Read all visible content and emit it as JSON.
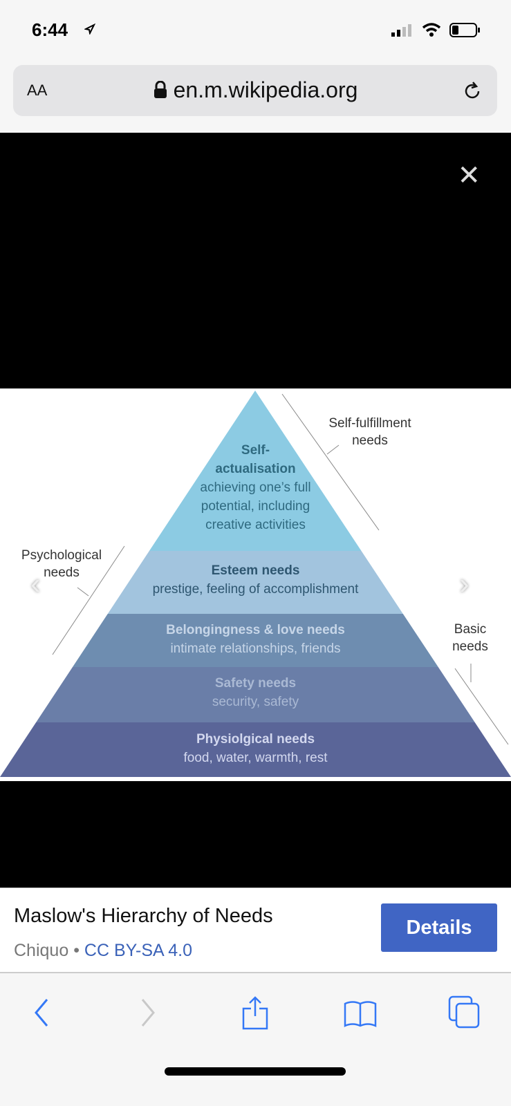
{
  "status_bar": {
    "time": "6:44"
  },
  "address_bar": {
    "text_size_label": "AA",
    "url": "en.m.wikipedia.org"
  },
  "diagram": {
    "levels": [
      {
        "title": "Self-",
        "title2": "actualisation",
        "desc": "achieving one’s full",
        "desc2": "potential, including",
        "desc3": "creative activities",
        "color": "#8ccbe3"
      },
      {
        "title": "Esteem needs",
        "desc": "prestige, feeling of accomplishment",
        "color": "#a2c4de"
      },
      {
        "title": "Belongingness & love needs",
        "desc": "intimate relationships, friends",
        "color": "#6e8db0"
      },
      {
        "title": "Safety needs",
        "desc": "security, safety",
        "color": "#6a7ea8"
      },
      {
        "title": "Physiolgical needs",
        "desc": "food, water, warmth, rest",
        "color": "#5a6598"
      }
    ],
    "side_labels": {
      "self_fulfillment": "Self-fulfillment",
      "self_fulfillment2": "needs",
      "psychological": "Psychological",
      "psychological2": "needs",
      "basic": "Basic",
      "basic2": "needs"
    }
  },
  "caption": {
    "title": "Maslow's Hierarchy of Needs",
    "author": "Chiquo",
    "separator": "•",
    "license": "CC BY-SA 4.0",
    "details_label": "Details"
  },
  "colors": {
    "accent": "#3478f6",
    "button": "#4065c4"
  }
}
